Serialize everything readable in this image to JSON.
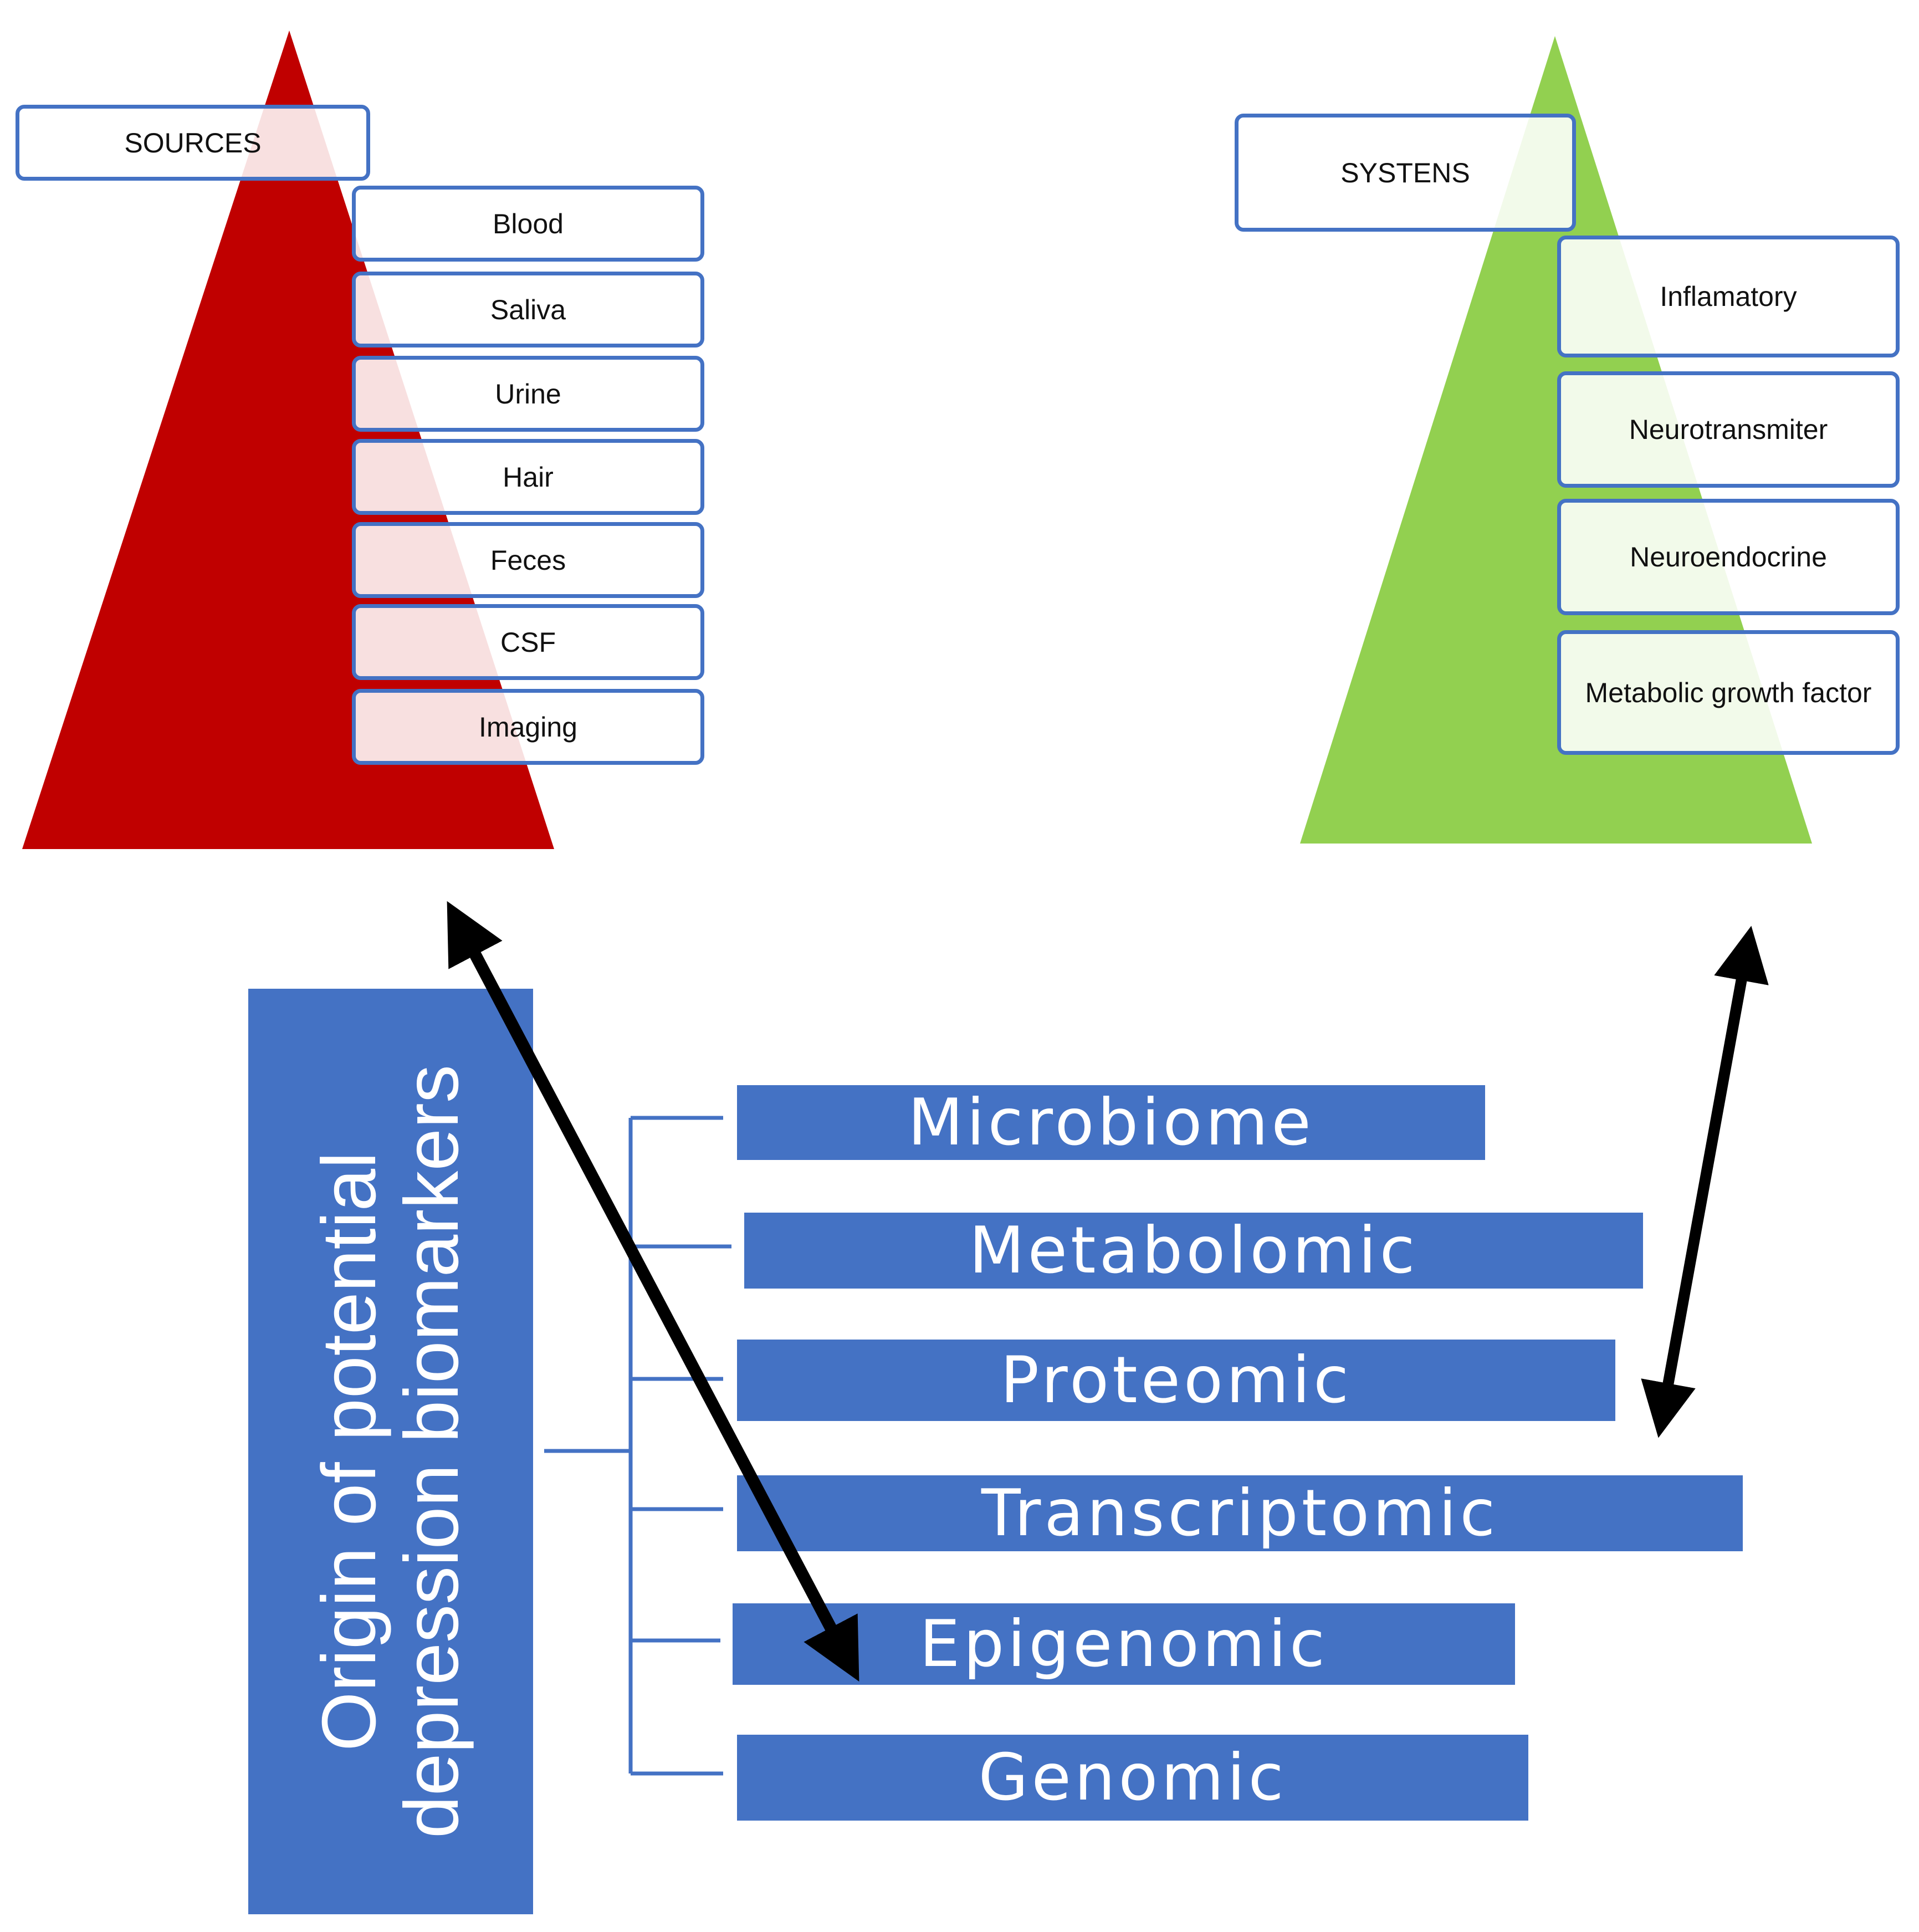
{
  "left_pyramid": {
    "color": "#c00000",
    "header": "SOURCES",
    "items": [
      "Blood",
      "Saliva",
      "Urine",
      "Hair",
      "Feces",
      "CSF",
      "Imaging"
    ]
  },
  "right_pyramid": {
    "color": "#92d050",
    "header": "SYSTENS",
    "items": [
      "Inflamatory",
      "Neurotransmiter",
      "Neuroendocrine",
      "Metabolic growth factor"
    ]
  },
  "origin": {
    "line1": "Origin of potential",
    "line2": "depression biomarkers"
  },
  "omics": [
    "Microbiome",
    "Metabolomic",
    "Proteomic",
    "Transcriptomic",
    "Epigenomic",
    "Genomic"
  ],
  "colors": {
    "box_fill": "#4472c4",
    "box_border": "#4472c4",
    "arrow": "#000000"
  }
}
